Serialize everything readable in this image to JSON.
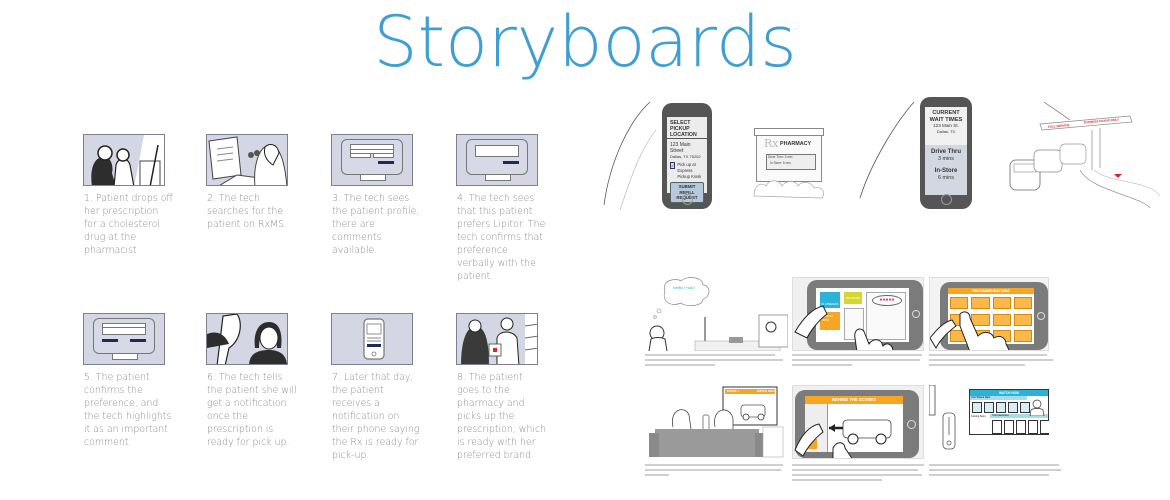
{
  "title": "Storyboards",
  "colors": {
    "title": "#3f9fd3",
    "frame_bg": "#d4d6e3",
    "frame_border": "#7d7f94",
    "navy_bar": "#1d2a5a",
    "accent_orange": "#f6a623",
    "accent_cyan": "#2ab3d6",
    "accent_red": "#d9252c"
  },
  "left_storyboard": {
    "panels": [
      {
        "step": 1,
        "caption": "1. Patient drops off her prescription for a cholesterol drug at the pharmacist",
        "illustration": "patient-and-pharmacist"
      },
      {
        "step": 2,
        "caption": "2. The tech searches for the patient on RxMS.",
        "illustration": "tech-at-computer"
      },
      {
        "step": 3,
        "caption": "3. The tech sees the patient profile, there are comments available.",
        "illustration": "monitor-profile"
      },
      {
        "step": 4,
        "caption": "4. The tech sees that this patient prefers Lipitor. The tech confirms that preference verbally with the patient.",
        "illustration": "monitor-comment"
      },
      {
        "step": 5,
        "caption": "5. The patient confirms the preference, and the tech highlights it as an important comment.",
        "illustration": "monitor-highlight"
      },
      {
        "step": 6,
        "caption": "6. The tech tells the patient she will get a notification once the prescription is ready for pick up.",
        "illustration": "tech-and-patient"
      },
      {
        "step": 7,
        "caption": "7. Later that day, the patient receives a notification on their phone saying the Rx is ready for pick-up.",
        "illustration": "phone-notification"
      },
      {
        "step": 8,
        "caption": "8. The patient goes to the pharmacy and picks up the prescription, which is ready with her preferred brand.",
        "illustration": "pickup-at-counter"
      }
    ]
  },
  "pharmacy_sketches": {
    "phone1": {
      "heading": "SELECT PICKUP LOCATION",
      "address_line1": "123 Main Street",
      "address_line2": "Dallas, TX 75202",
      "checkbox_label": "Pick up at Express Pickup Kiosk",
      "checkbox_checked": true,
      "button": "SUBMIT REFILL REQUEST"
    },
    "sign": {
      "rx": "Rx",
      "label": "PHARMACY",
      "line1": "Drive Thru: 3 min",
      "line2": "In Store: 6 min"
    },
    "phone2": {
      "heading": "CURRENT WAIT TIMES",
      "address_line1": "123 Main St.",
      "address_line2": "Dallas, TX",
      "drive_label": "Drive Thru",
      "drive_value": "3 mins",
      "store_label": "In-Store",
      "store_value": "6 mins"
    },
    "drive_thru": {
      "sign_left": "FULL SERVICE",
      "sign_right": "EXPRESS PICKUP ONLY"
    }
  },
  "tv_storyboard": {
    "panels": [
      {
        "scene": "thought-bubble-couch",
        "bubble_text": "Netflix? Hulu?"
      },
      {
        "scene": "tablet-browsing",
        "tiles": [
          "IN CINEMAS",
          "REVIEWS",
          "WATCH NOW"
        ],
        "rating_stars": 5
      },
      {
        "scene": "tablet-recommendations",
        "header": "RECOMMENDATIONS",
        "tile_count": 12
      },
      {
        "scene": "couch-watching-tv",
        "tv_header_left": "PHASE 1",
        "tv_header_right": "WATCH NOW"
      },
      {
        "scene": "tablet-behind-the-scenes",
        "header": "BEHIND THE SCENES"
      },
      {
        "scene": "watch-now-screen",
        "header": "WATCH NOW",
        "row1": "Your Shared Clips",
        "row2_left": "Coming Soon",
        "row2_right": "Your Favourites"
      }
    ]
  }
}
